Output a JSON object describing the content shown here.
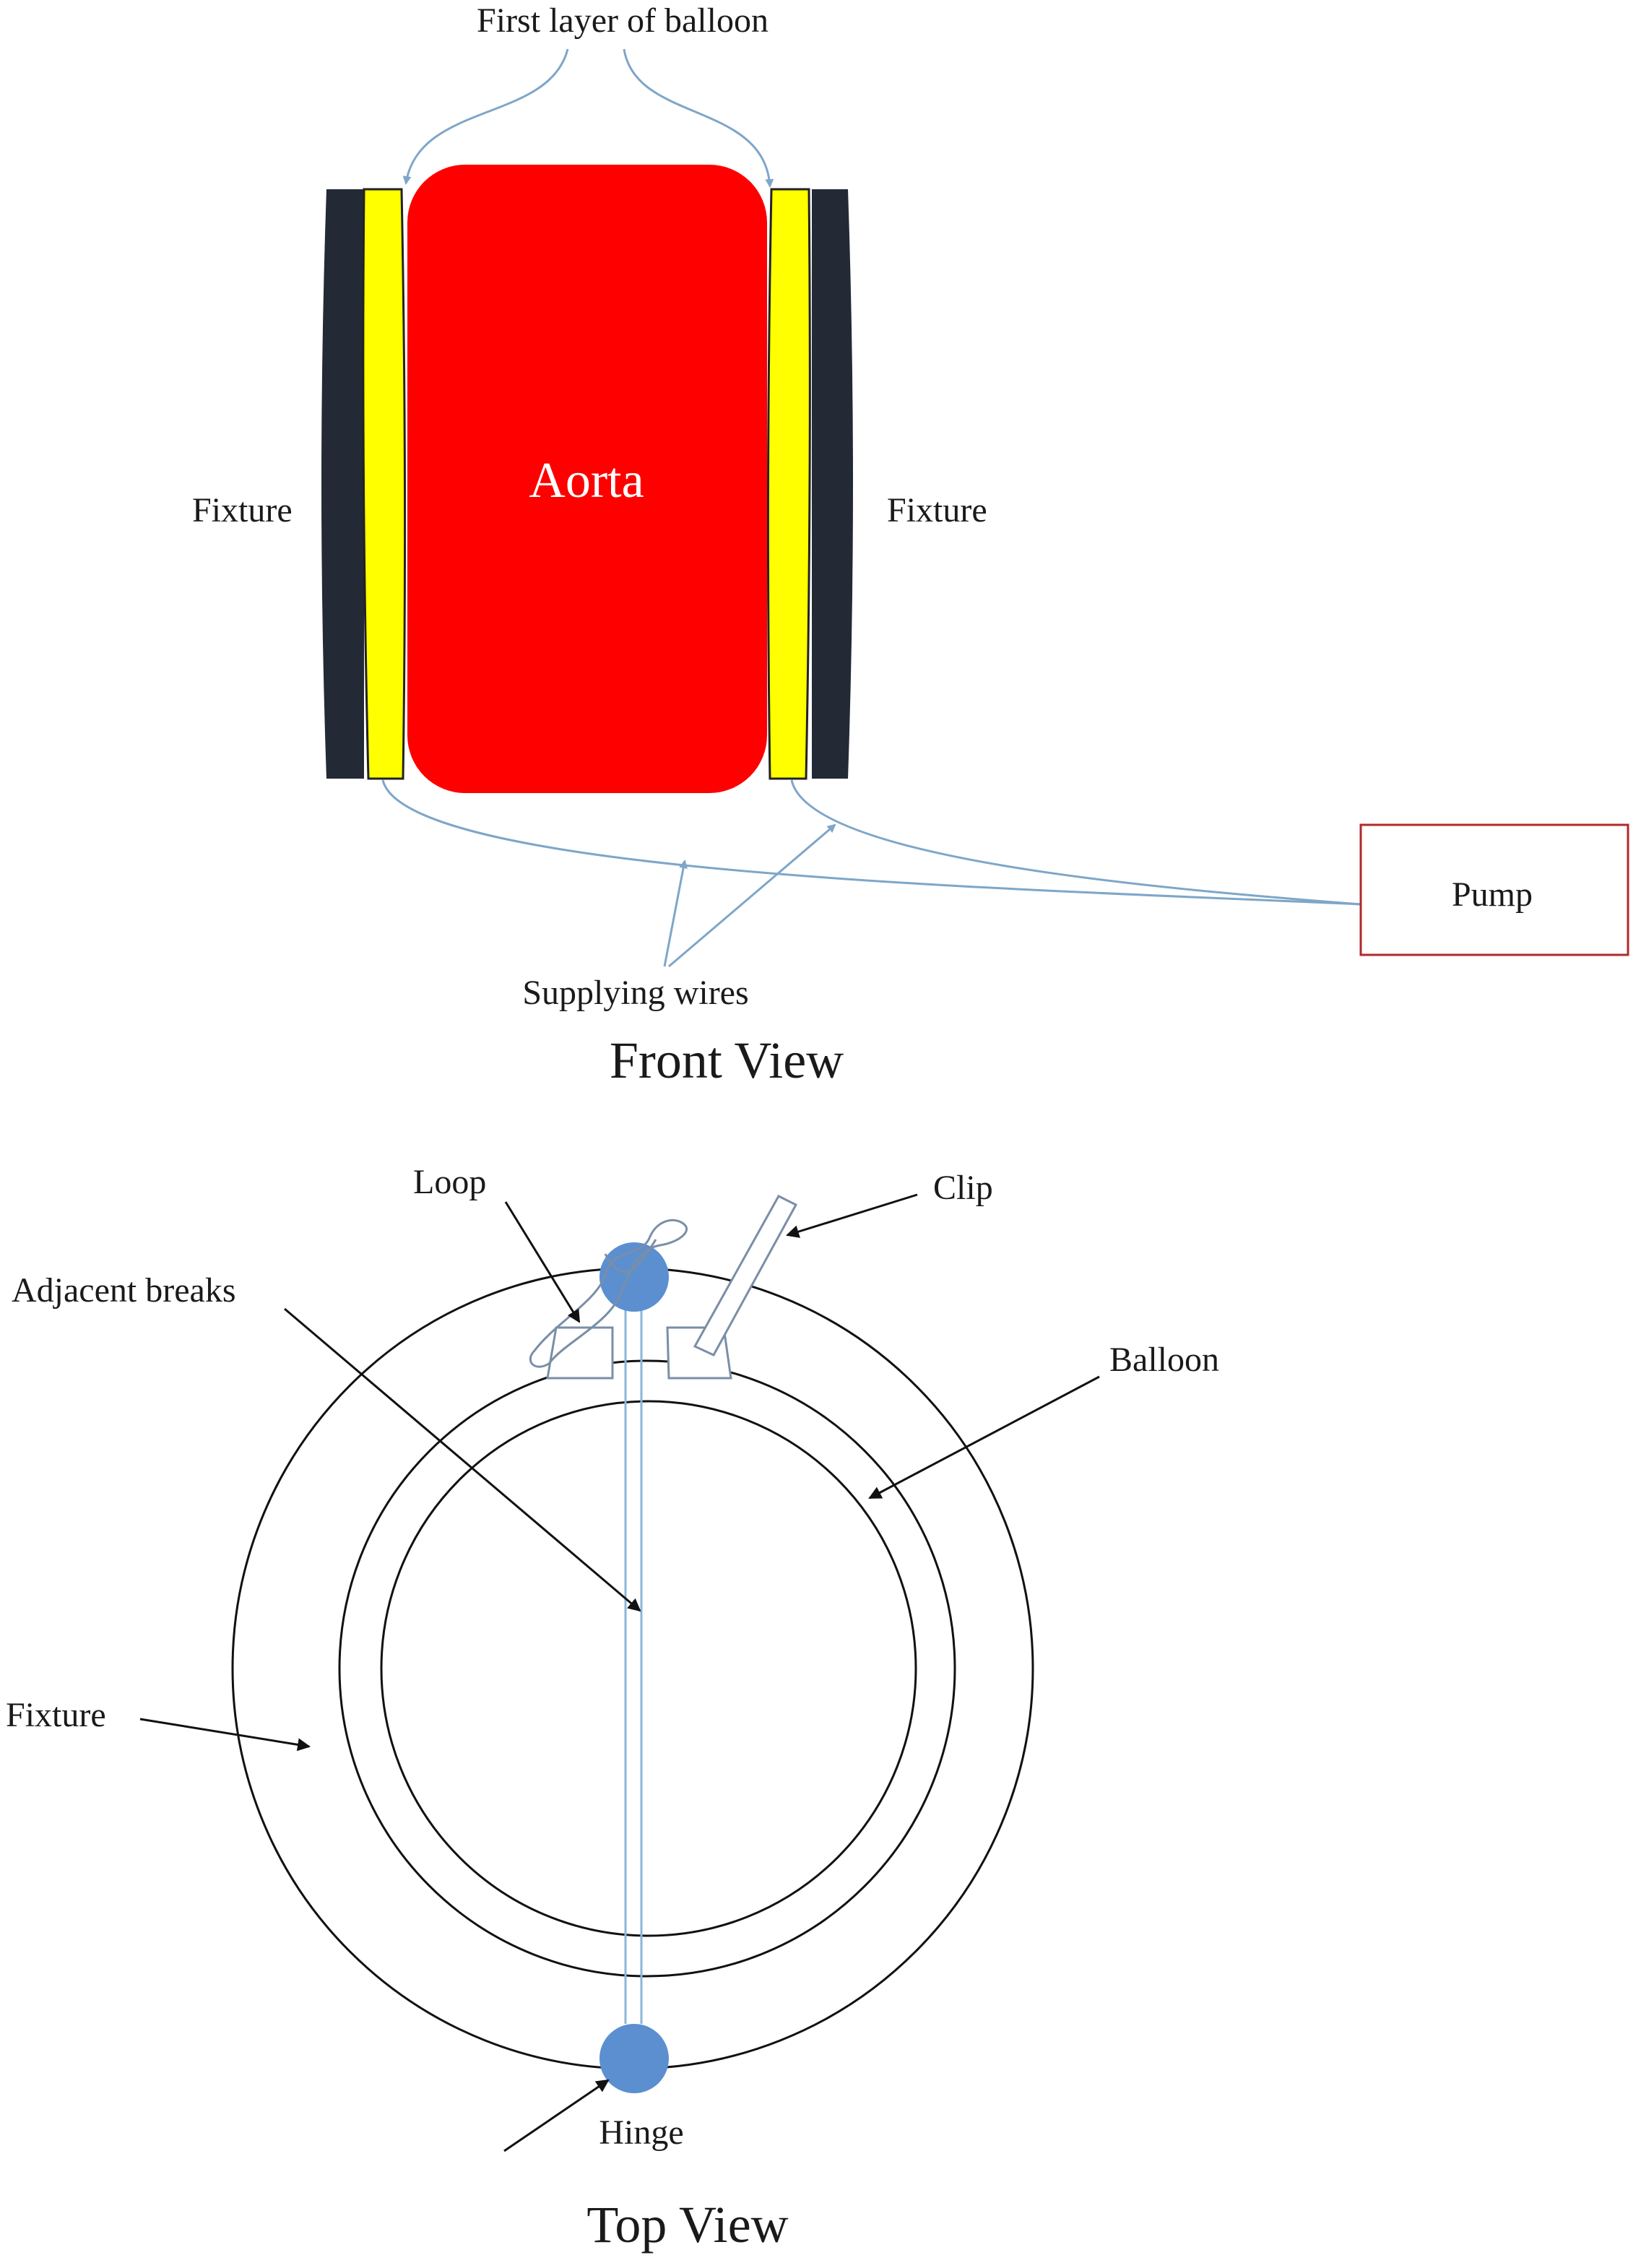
{
  "front_view": {
    "title": "Front View",
    "balloon_label": "First layer of balloon",
    "aorta_label": "Aorta",
    "fixture_left_label": "Fixture",
    "fixture_right_label": "Fixture",
    "pump_label": "Pump",
    "wires_label": "Supplying wires"
  },
  "top_view": {
    "title": "Top View",
    "loop_label": "Loop",
    "clip_label": "Clip",
    "breaks_label": "Adjacent breaks",
    "balloon_label": "Balloon",
    "fixture_label": "Fixture",
    "hinge_label": "Hinge"
  },
  "colors": {
    "aorta": "#ff0000",
    "balloon": "#ffff00",
    "fixture": "#232a36",
    "pump_border": "#b02a2a",
    "wire": "#7ea6c8",
    "hinge": "#5b8fd0"
  }
}
